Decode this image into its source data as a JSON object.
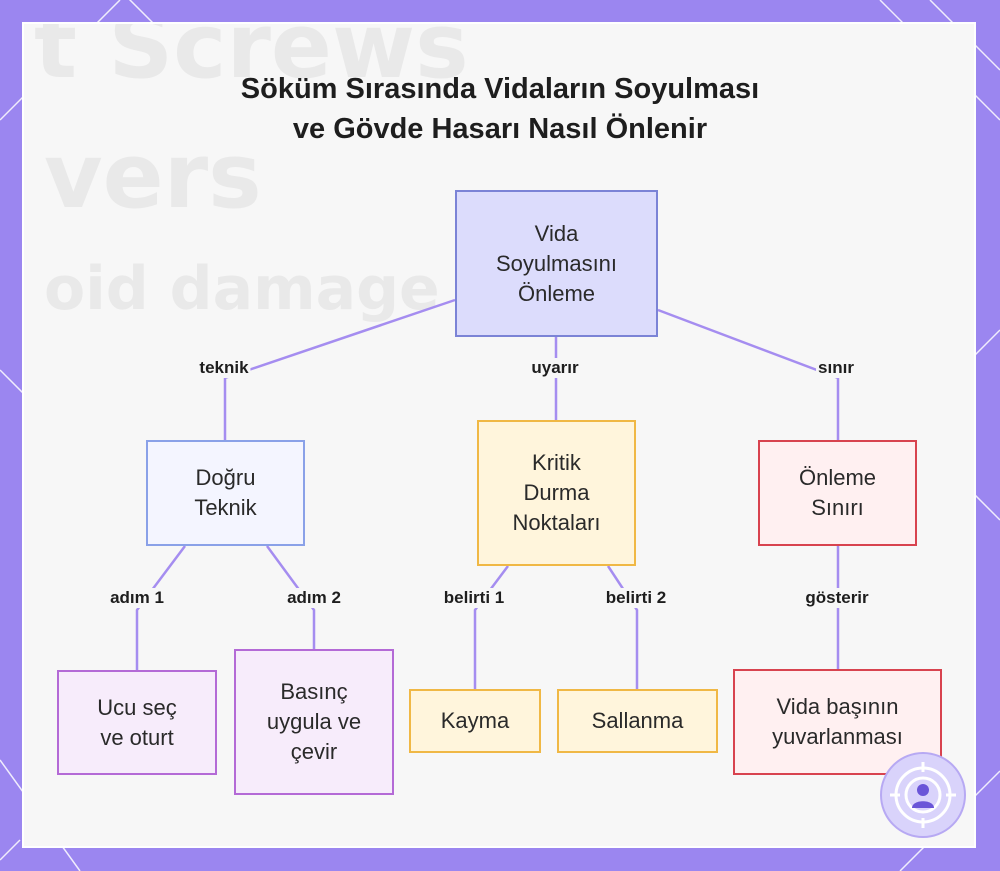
{
  "title": {
    "line1": "Söküm Sırasında Vidaların Soyulması",
    "line2": "ve Gövde Hasarı Nasıl Önlenir"
  },
  "background_text": [
    "t Screws",
    "vers",
    "oid damage"
  ],
  "nodes": {
    "root": "Vida Soyulmasını Önleme",
    "technique": "Doğru Teknik",
    "critical": "Kritik Durma Noktaları",
    "limit": "Önleme Sınırı",
    "tip": "Ucu seç ve oturt",
    "pressure": "Basınç uygula ve çevir",
    "slip": "Kayma",
    "wobble": "Sallanma",
    "rounding": "Vida başının yuvarlanması"
  },
  "edges": {
    "teknik": "teknik",
    "uyarir": "uyarır",
    "sinir": "sınır",
    "adim1": "adım 1",
    "adim2": "adım 2",
    "belirti1": "belirti 1",
    "belirti2": "belirti 2",
    "gosterir": "gösterir"
  },
  "colors": {
    "frame": "#9b86f0",
    "edge": "#a58df0",
    "root_fill": "#dcdcfc",
    "orange_border": "#f0b845",
    "red_border": "#d8434f",
    "purple_border": "#b46ad6"
  },
  "icons": [
    "lines-background-pattern",
    "target-person-logo-icon"
  ]
}
